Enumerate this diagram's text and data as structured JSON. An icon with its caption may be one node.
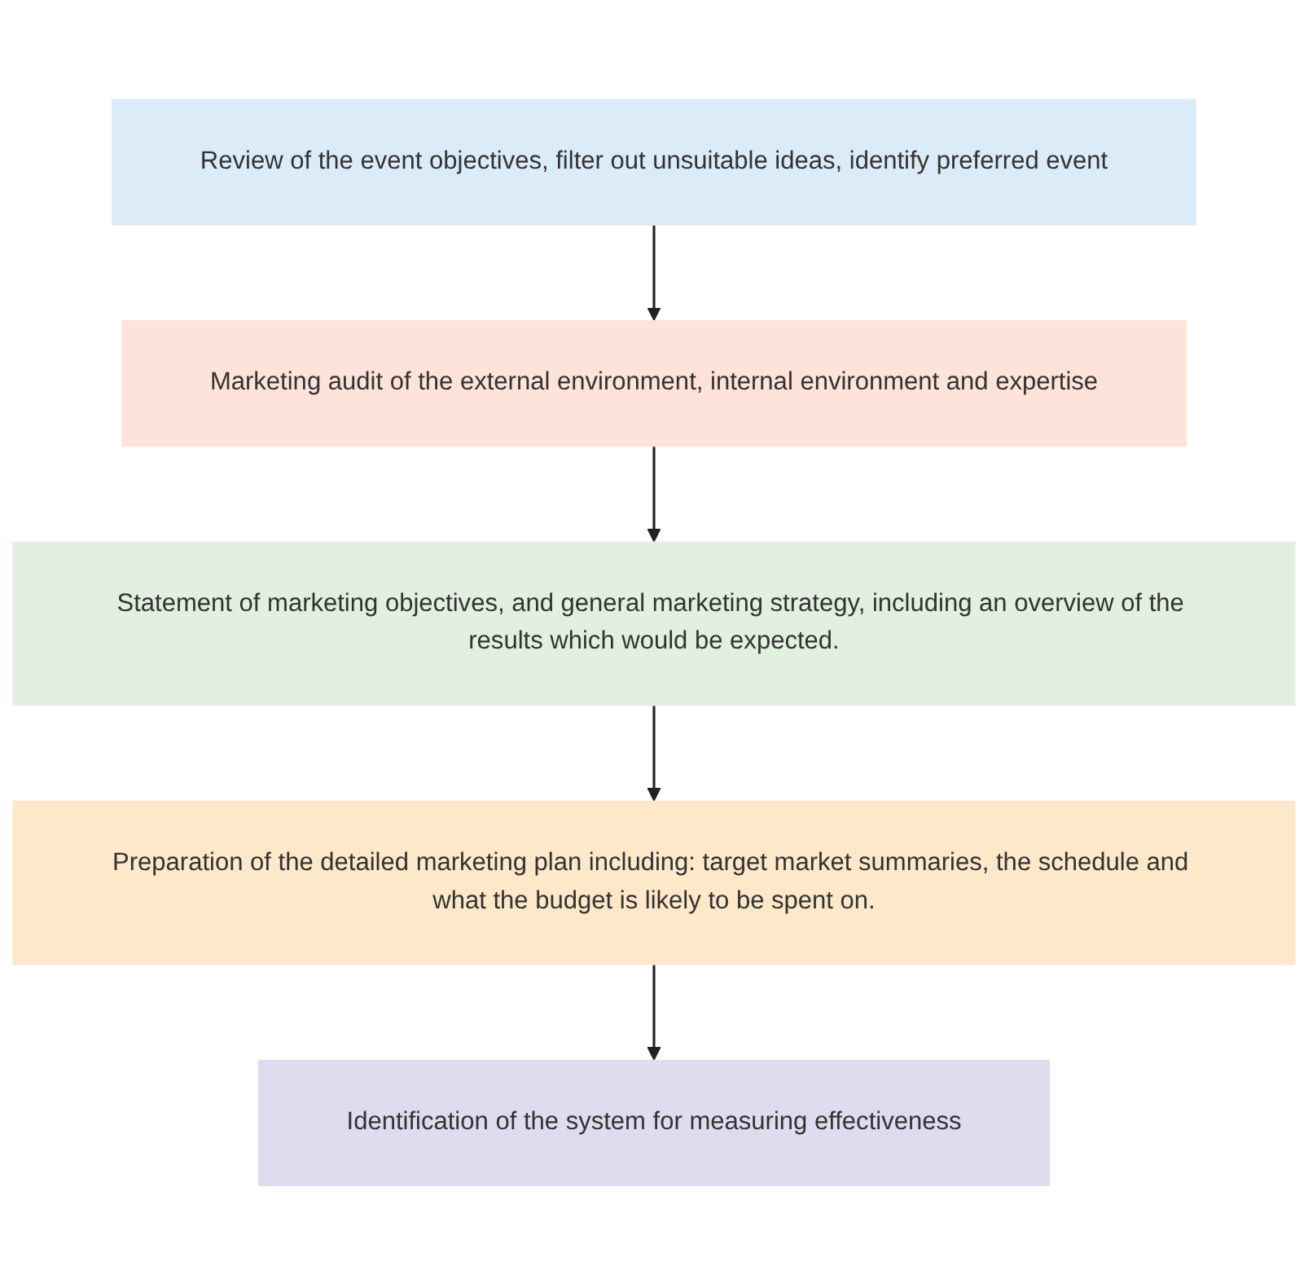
{
  "diagram": {
    "nodes": [
      {
        "text": [
          "Review of the event objectives, filter out unsuitable ideas, identify preferred event"
        ]
      },
      {
        "text": [
          "Marketing audit of the external environment, internal environment and expertise"
        ]
      },
      {
        "text": [
          "Statement of marketing objectives, and general marketing strategy, including an overview of the results which would be expected."
        ]
      },
      {
        "text": [
          "Preparation of the detailed marketing plan including: target market summaries, the schedule and what the budget is likely to be spent on."
        ]
      },
      {
        "text": [
          "Identification of the system for measuring effectiveness"
        ]
      }
    ],
    "edges": [
      {
        "from": 0,
        "to": 1,
        "arrow": "to"
      },
      {
        "from": 1,
        "to": 2,
        "arrow": "to"
      },
      {
        "from": 2,
        "to": 3,
        "arrow": "to"
      },
      {
        "from": 3,
        "to": 4,
        "arrow": "to"
      }
    ]
  }
}
